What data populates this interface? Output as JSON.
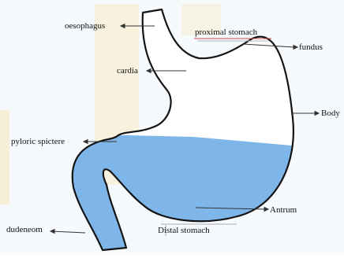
{
  "labels": {
    "oesophagus": "oesophagus",
    "proximal_stomach": "proximal stomach",
    "fundus": "fundus",
    "cardia": "cardia",
    "body": "Body",
    "pyloric": "pyloric spictere",
    "antrum": "Antrum",
    "dudeneom": "dudeneom",
    "distal_stomach": "Distal stomach"
  },
  "colors": {
    "background_tint": "#e9f2fa",
    "watermark": "#f6d980",
    "fill": "#7fb6ea",
    "outline": "#141414",
    "accent_line": "#c44b4b"
  }
}
